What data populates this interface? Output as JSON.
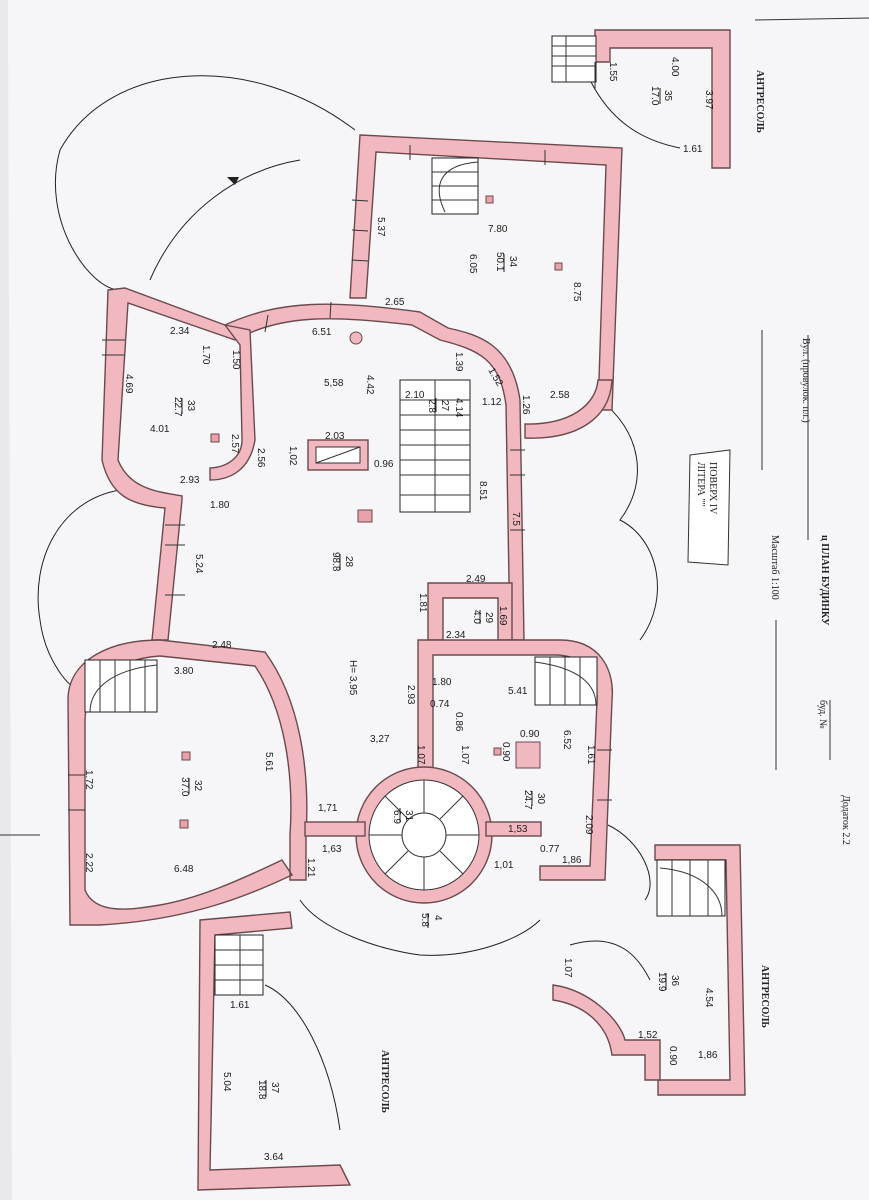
{
  "header": {
    "appendix": "Додаток 2.2",
    "street": "Вул. (провулок. пл.)",
    "bud": "буд. №",
    "title": "ц ПЛАН БУДИНКУ",
    "scale": "Масштаб 1:100"
  },
  "stamp": {
    "line1": "ПОВЕРХ IV",
    "line2": "ЛІТЕРА \"\""
  },
  "mezzanine": "АНТРЕСОЛЬ",
  "height_note": "H= 3,95",
  "rooms": [
    {
      "num": "35",
      "area": "17.0"
    },
    {
      "num": "34",
      "area": "50.1"
    },
    {
      "num": "33",
      "area": "22.7"
    },
    {
      "num": "27",
      "area": "2.8"
    },
    {
      "num": "28",
      "area": "98.8"
    },
    {
      "num": "29",
      "area": "4.0"
    },
    {
      "num": "32",
      "area": "37.0"
    },
    {
      "num": "30",
      "area": "24.7"
    },
    {
      "num": "31",
      "area": "6.9"
    },
    {
      "num": "4",
      "area": "5.8"
    },
    {
      "num": "36",
      "area": "19.9"
    },
    {
      "num": "37",
      "area": "18.8"
    }
  ],
  "dims": {
    "r35": [
      "1.55",
      "4.00",
      "3.97",
      "1.61"
    ],
    "r34": [
      "5.37",
      "7.80",
      "6.05",
      "8.75",
      "2.65",
      "2.58",
      "1.26"
    ],
    "r33": [
      "2.34",
      "1.70",
      "1.50",
      "4.69",
      "4.01",
      "2.57",
      "2.93",
      "2.56",
      "1.80"
    ],
    "r28": [
      "6.51",
      "5,58",
      "4.42",
      "1.39",
      "1.52",
      "2.10",
      "4.14",
      "1.12",
      "2.03",
      "1,02",
      "0.96",
      "8.51",
      "7.5",
      "5.24",
      "2.49",
      "1.81",
      "1.69",
      "2.34"
    ],
    "r32": [
      "2.48",
      "3.80",
      "5.61",
      "1.72",
      "2.22",
      "6.48",
      "1,71",
      "1,63",
      "1.21"
    ],
    "center": [
      "1.80",
      "2.93",
      "0.74",
      "0.86",
      "3,27",
      "1.07",
      "1.07"
    ],
    "r30": [
      "5.41",
      "0.90",
      "0.90",
      "6.52",
      "1.61",
      "2.09",
      "1,53",
      "0.77",
      "1,01",
      "1,86"
    ],
    "r36": [
      "1.07",
      "4.54",
      "1,52",
      "0.90",
      "1,86"
    ],
    "r37": [
      "1.61",
      "5.04",
      "3.64"
    ]
  }
}
